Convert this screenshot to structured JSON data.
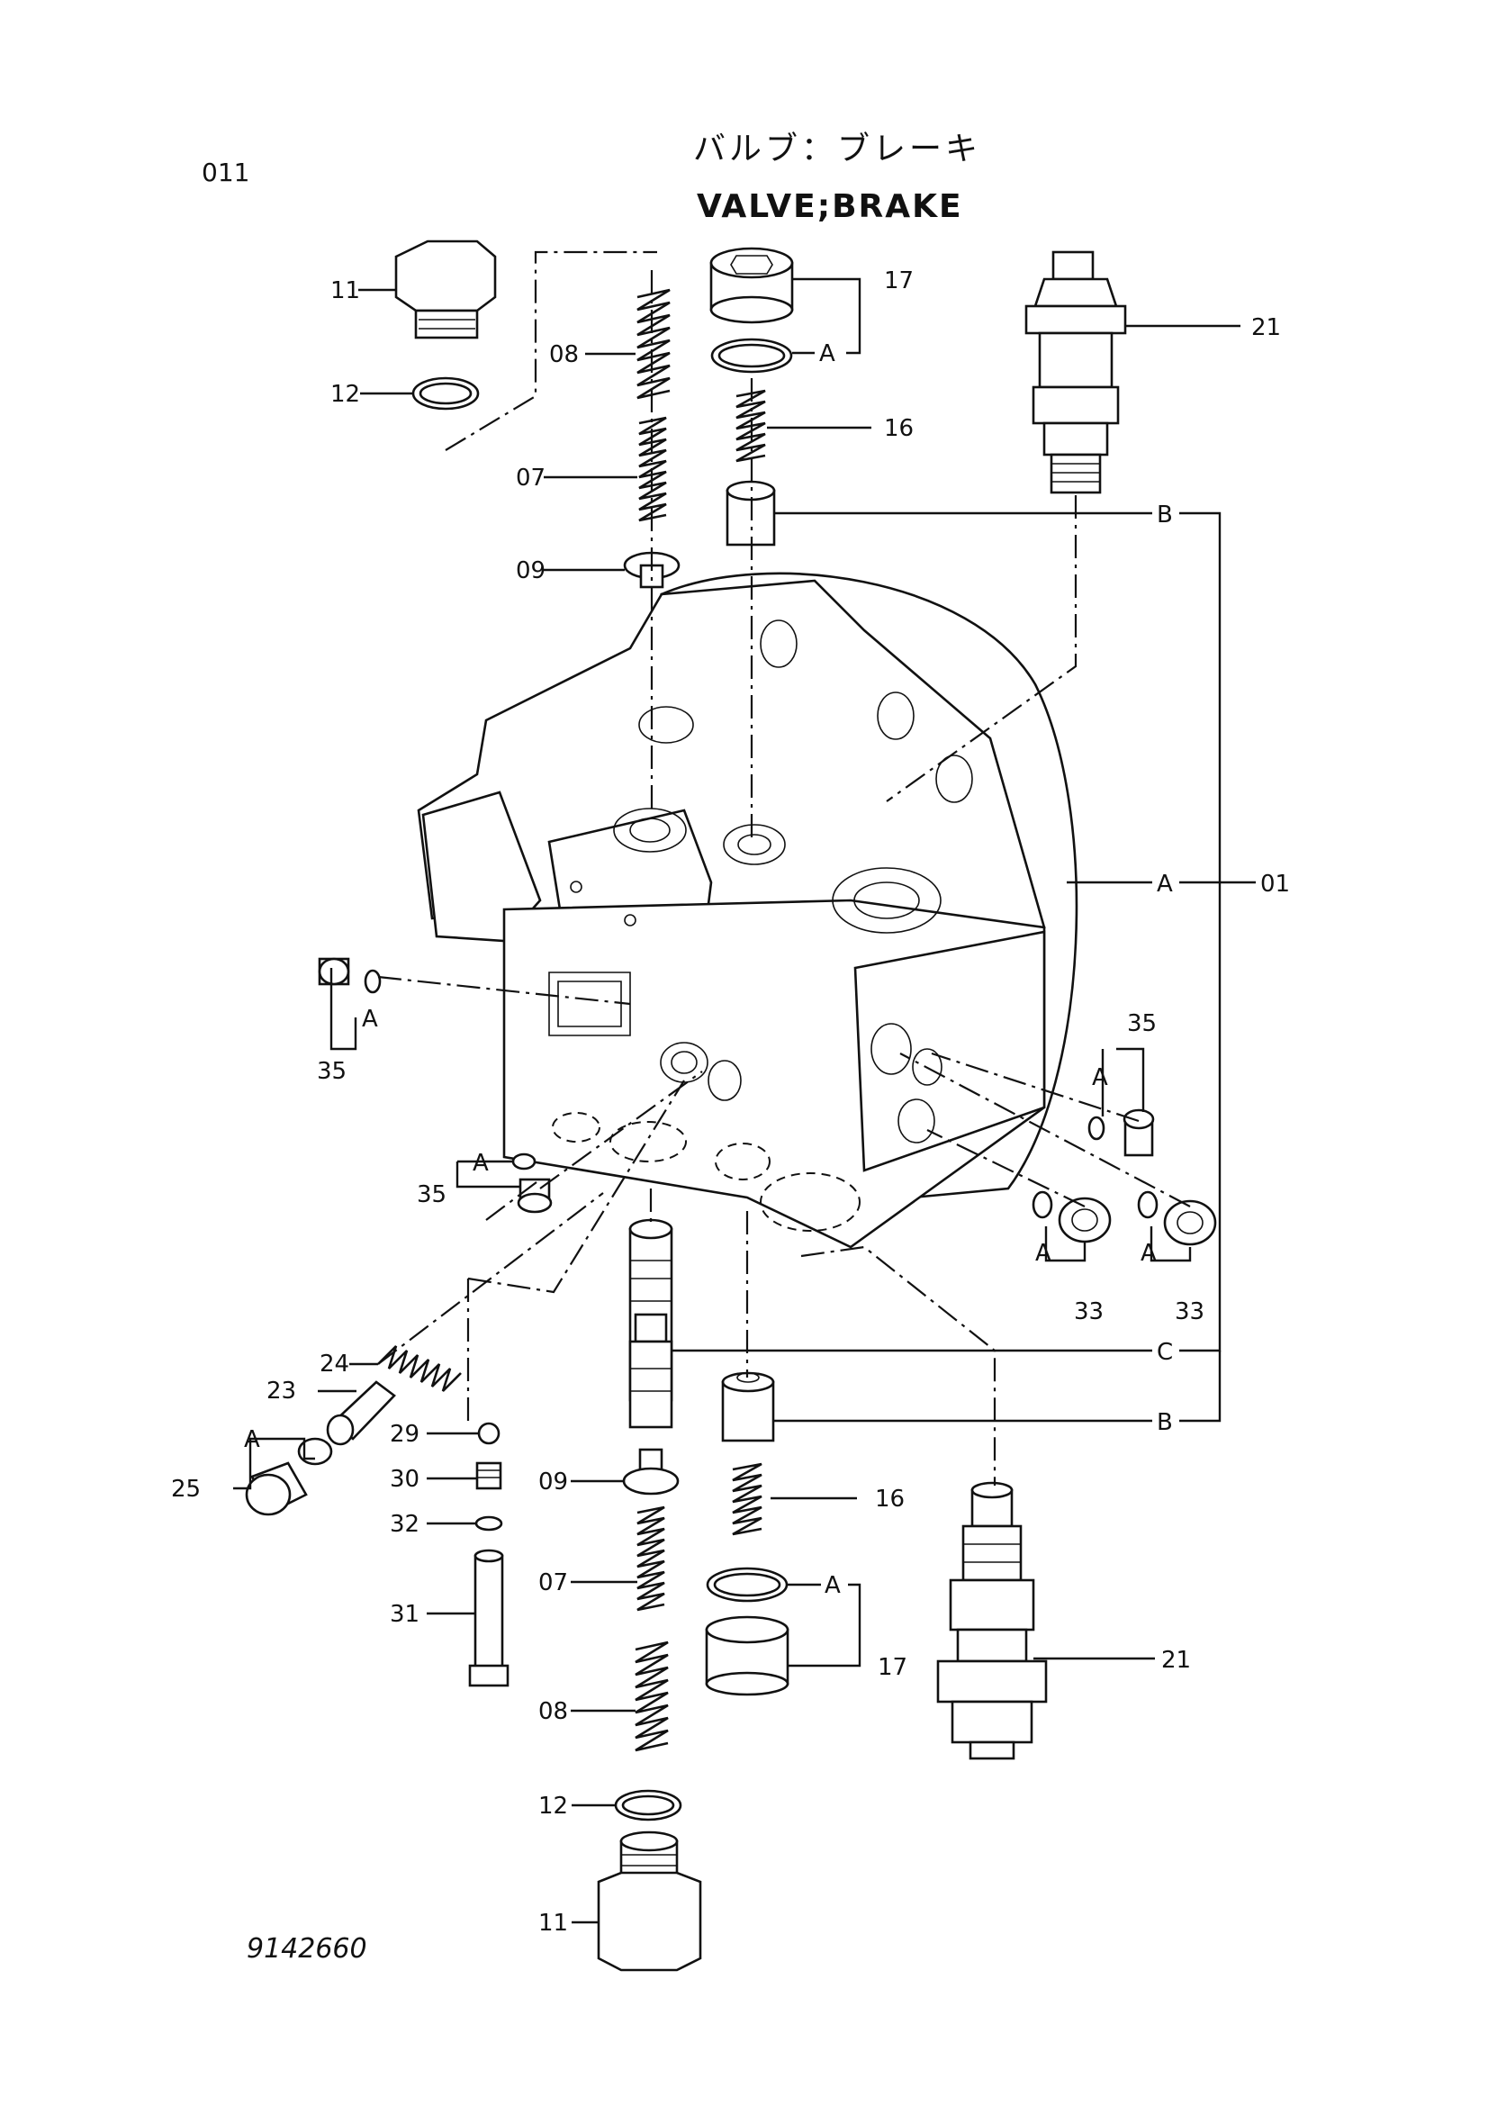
{
  "header": {
    "page_code": "011",
    "title_jp": "バルブ：ブレーキ",
    "title_en": "VALVE;BRAKE"
  },
  "footer": {
    "drawing_number": "9142660"
  },
  "callouts": {
    "c01": "01",
    "c07a": "07",
    "c07b": "07",
    "c08a": "08",
    "c08b": "08",
    "c09a": "09",
    "c09b": "09",
    "c11a": "11",
    "c11b": "11",
    "c12a": "12",
    "c12b": "12",
    "c16a": "16",
    "c16b": "16",
    "c17a": "17",
    "c17b": "17",
    "c21a": "21",
    "c21b": "21",
    "c23": "23",
    "c24": "24",
    "c25": "25",
    "c29": "29",
    "c30": "30",
    "c31": "31",
    "c32": "32",
    "c33a": "33",
    "c33b": "33",
    "c35a": "35",
    "c35b": "35",
    "c35c": "35"
  },
  "refs": {
    "A": "A",
    "B": "B",
    "C": "C"
  }
}
